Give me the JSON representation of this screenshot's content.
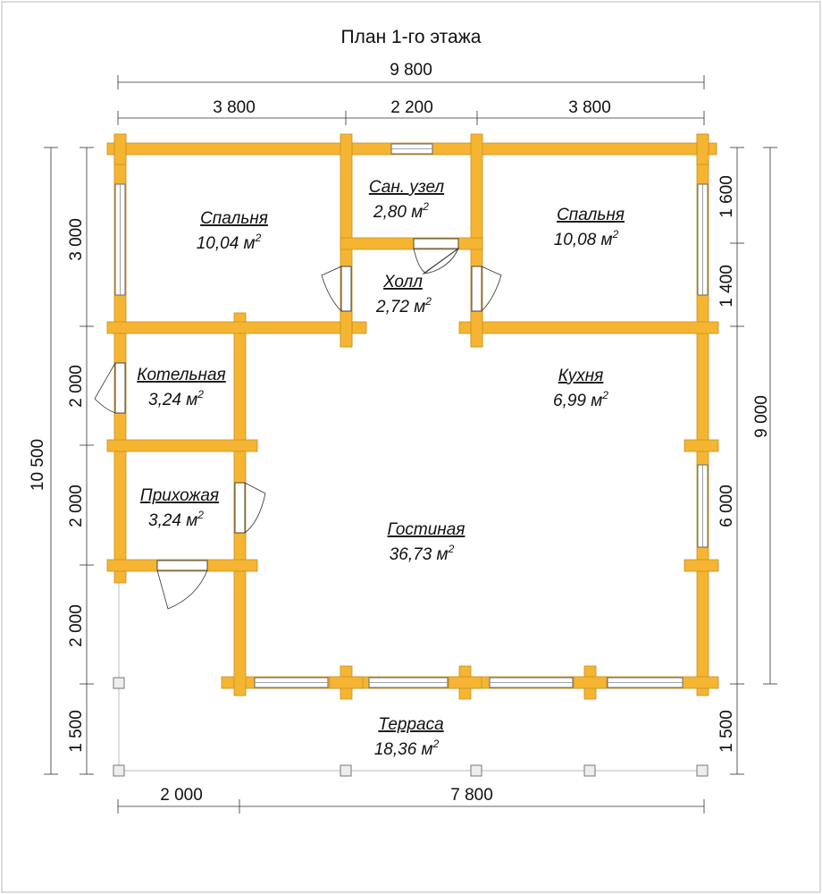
{
  "title": "План 1-го этажа",
  "dimensions": {
    "top_total": "9 800",
    "top_left": "3 800",
    "top_mid": "2 200",
    "top_right": "3 800",
    "left_total": "10 500",
    "left_1": "3 000",
    "left_2": "2 000",
    "left_3": "2 000",
    "left_4": "2 000",
    "left_5": "1 500",
    "right_total": "9 000",
    "right_1": "1 600",
    "right_2": "1 400",
    "right_3": "6 000",
    "right_4": "1 500",
    "bottom_left": "2 000",
    "bottom_right": "7 800"
  },
  "rooms": [
    {
      "id": "bedroom-left",
      "name": "Спальня",
      "area": "10,04 м",
      "unit_sup": "2"
    },
    {
      "id": "bathroom",
      "name": "Сан. узел",
      "area": "2,80 м",
      "unit_sup": "2"
    },
    {
      "id": "bedroom-right",
      "name": "Спальня",
      "area": "10,08 м",
      "unit_sup": "2"
    },
    {
      "id": "hall",
      "name": "Холл",
      "area": "2,72 м",
      "unit_sup": "2"
    },
    {
      "id": "boiler",
      "name": "Котельная",
      "area": "3,24 м",
      "unit_sup": "2"
    },
    {
      "id": "kitchen",
      "name": "Кухня",
      "area": "6,99 м",
      "unit_sup": "2"
    },
    {
      "id": "entrance",
      "name": "Прихожая",
      "area": "3,24 м",
      "unit_sup": "2"
    },
    {
      "id": "living",
      "name": "Гостиная",
      "area": "36,73 м",
      "unit_sup": "2"
    },
    {
      "id": "terrace",
      "name": "Терраса",
      "area": "18,36 м",
      "unit_sup": "2"
    }
  ],
  "colors": {
    "wall": "#f5b532",
    "wall_edge": "#c98f1d",
    "background": "#ffffff"
  }
}
